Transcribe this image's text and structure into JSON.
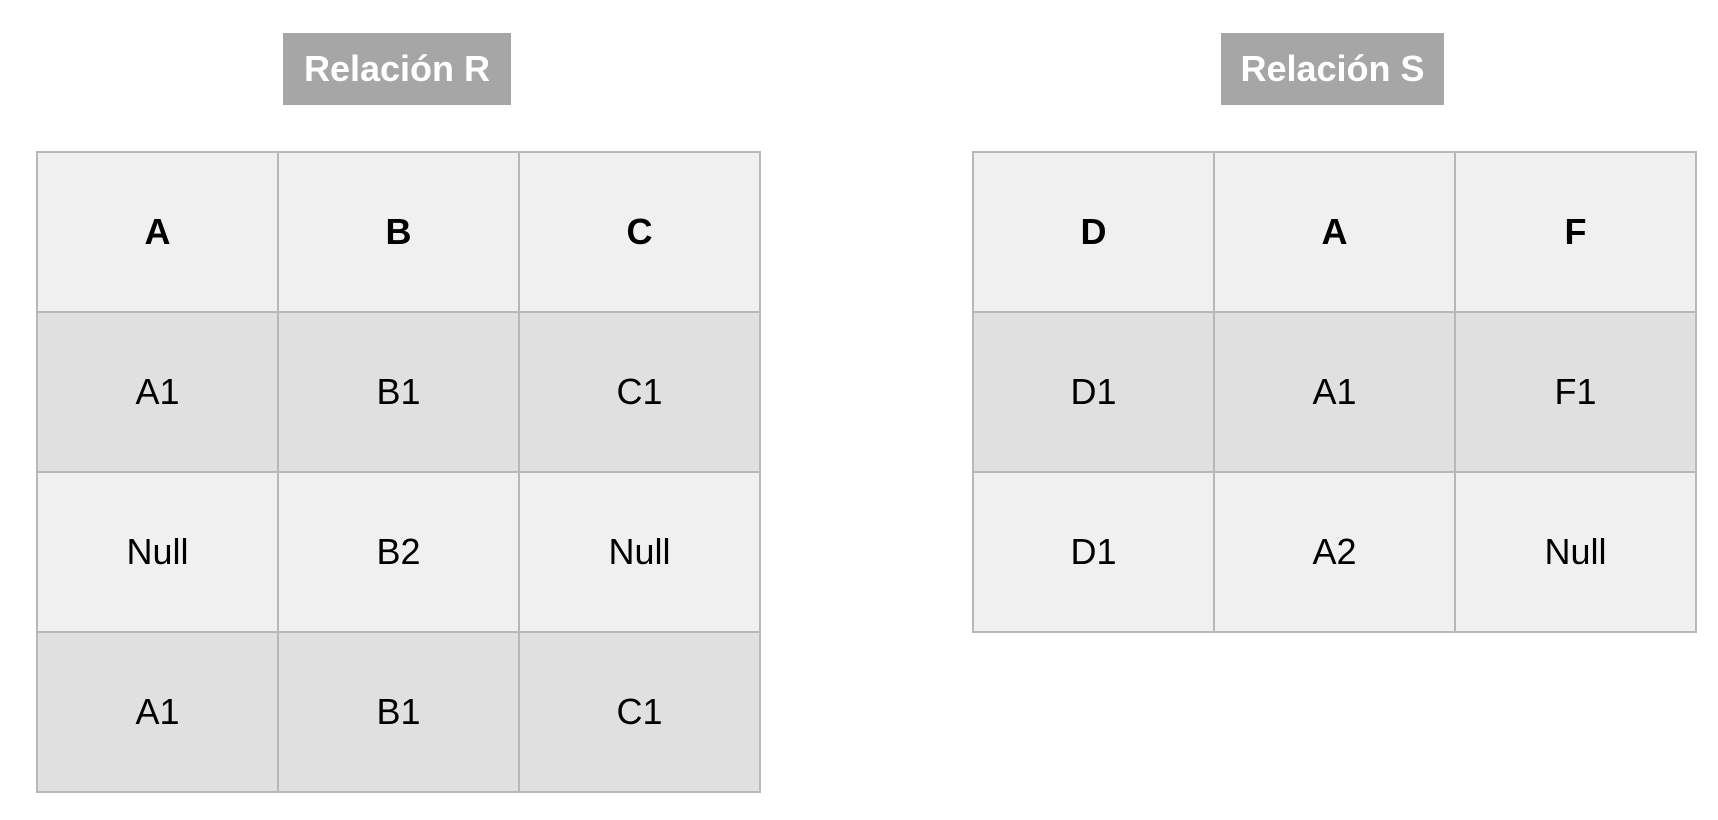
{
  "relation_r": {
    "title": "Relación R",
    "columns": [
      "A",
      "B",
      "C"
    ],
    "rows": [
      [
        "A1",
        "B1",
        "C1"
      ],
      [
        "Null",
        "B2",
        "Null"
      ],
      [
        "A1",
        "B1",
        "C1"
      ]
    ]
  },
  "relation_s": {
    "title": "Relación S",
    "columns": [
      "D",
      "A",
      "F"
    ],
    "rows": [
      [
        "D1",
        "A1",
        "F1"
      ],
      [
        "D1",
        "A2",
        "Null"
      ]
    ]
  },
  "colors": {
    "title_badge": "#a6a6a6",
    "header_cell": "#f0f0f0",
    "row_odd": "#e0e0e0",
    "row_even": "#f0f0f0",
    "border": "#b8b8b8"
  }
}
